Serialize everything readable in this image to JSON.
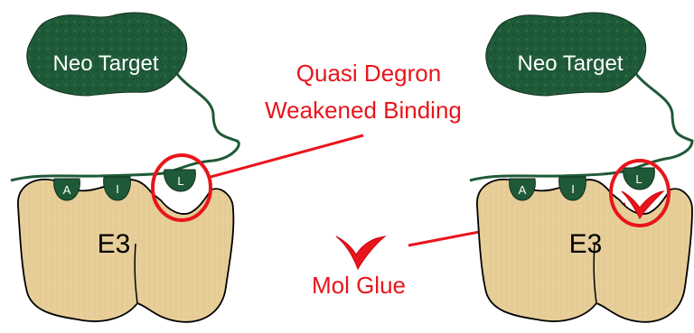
{
  "left_panel": {
    "target_label": "Neo Target",
    "e3_label": "E3",
    "motifs": [
      "A",
      "I",
      "L"
    ]
  },
  "right_panel": {
    "target_label": "Neo Target",
    "e3_label": "E3",
    "motifs": [
      "A",
      "I",
      "L"
    ]
  },
  "annotations": {
    "quasi_degron_line1": "Quasi Degron",
    "quasi_degron_line2": "Weakened Binding",
    "mol_glue": "Mol Glue"
  },
  "colors": {
    "target_fill": "#1f5a38",
    "e3_fill": "#e8cf9a",
    "highlight": "#e8151b",
    "outline": "#000000"
  }
}
